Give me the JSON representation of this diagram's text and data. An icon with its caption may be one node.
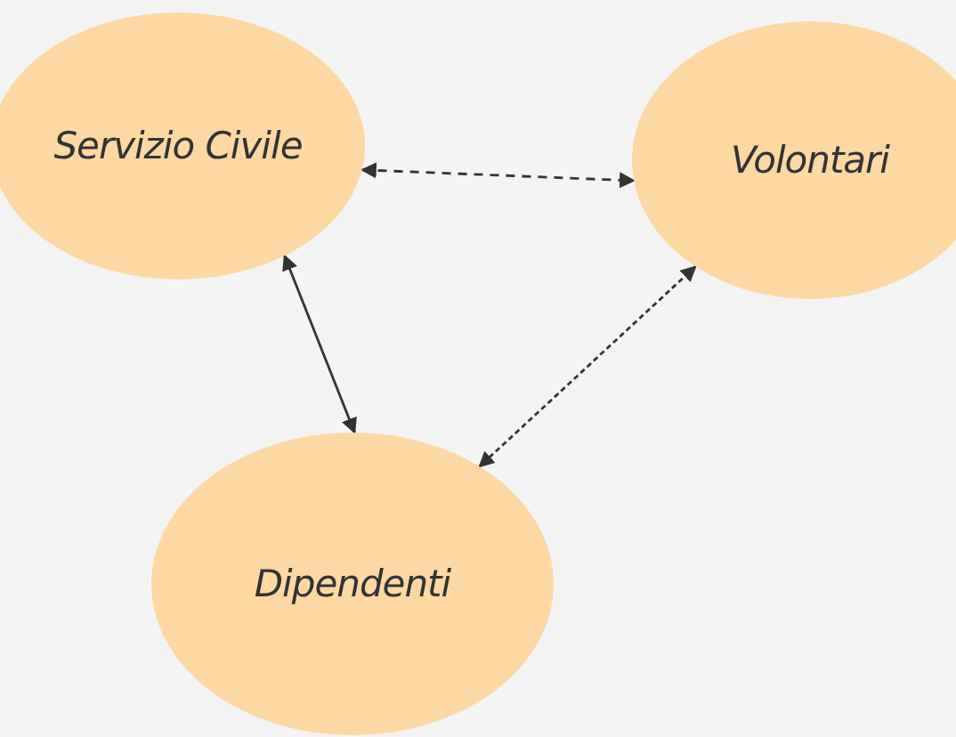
{
  "diagram": {
    "nodes": [
      {
        "text": [
          "Servizio Civile"
        ]
      },
      {
        "text": [
          "Volontari"
        ]
      },
      {
        "text": [
          "Dipendenti"
        ]
      }
    ],
    "edges": [
      {
        "from": 0,
        "to": 1,
        "arrow": "both",
        "style": "dashed"
      },
      {
        "from": 0,
        "to": 2,
        "arrow": "both"
      },
      {
        "from": 1,
        "to": 2,
        "arrow": "both",
        "style": "dashed"
      }
    ]
  }
}
